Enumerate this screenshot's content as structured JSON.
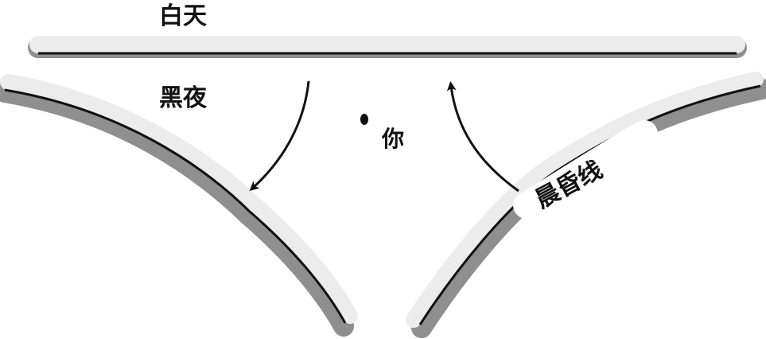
{
  "labels": {
    "day": "白天",
    "night": "黑夜",
    "you": "你",
    "terminator": "晨昏线"
  },
  "colors": {
    "ink": "#111111",
    "band_light": "#ececec",
    "band_shadow": "#8f8f8f",
    "background": "#ffffff"
  }
}
